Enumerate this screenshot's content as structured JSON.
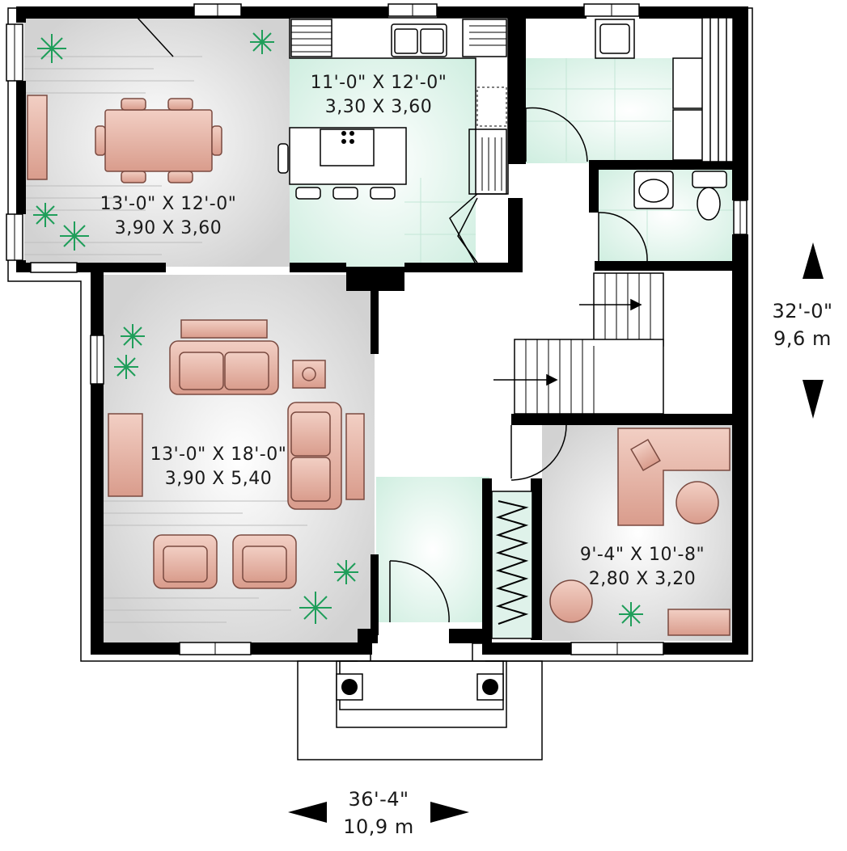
{
  "rooms": {
    "dining": {
      "imperial": "13'-0\" X 12'-0\"",
      "metric": "3,90 X 3,60"
    },
    "kitchen": {
      "imperial": "11'-0\" X 12'-0\"",
      "metric": "3,30 X 3,60"
    },
    "living": {
      "imperial": "13'-0\" X 18'-0\"",
      "metric": "3,90 X 5,40"
    },
    "office": {
      "imperial": "9'-4\" X 10'-8\"",
      "metric": "2,80 X 3,20"
    }
  },
  "overall": {
    "depth": {
      "imperial": "32'-0\"",
      "metric": "9,6 m"
    },
    "width": {
      "imperial": "36'-4\"",
      "metric": "10,9 m"
    }
  },
  "colors": {
    "wall": "#000000",
    "furniture": "#e6b5a8",
    "furniture_stroke": "#7a4a40",
    "tile": "#dff2ea",
    "plant": "#1f9e5a"
  }
}
